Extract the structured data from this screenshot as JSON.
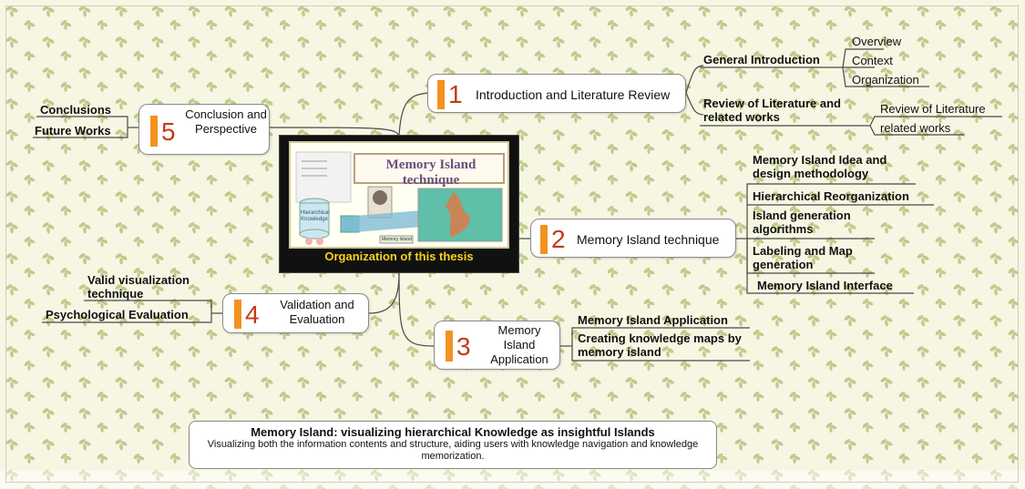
{
  "colors": {
    "background": "#f6f6e3",
    "accent_bar": "#f3921f",
    "number": "#c43a18",
    "center_background": "#111111",
    "center_title": "#f5d21c",
    "leaf_pattern": "#c2c98c"
  },
  "center": {
    "title": "Organization of this thesis",
    "image_heading": "Memory Island technique",
    "image_labels": {
      "knowledge": "Hierarchical Knowledge",
      "island": "Memory Island"
    }
  },
  "topics": [
    {
      "number": "1",
      "label": "Introduction and Literature Review",
      "groups": [
        {
          "label": "General Introduction",
          "items": [
            "Overview",
            "Context",
            "Organization"
          ]
        },
        {
          "label": "Review of Literature and related works",
          "items": [
            "Review of Literature",
            "related works"
          ]
        }
      ]
    },
    {
      "number": "2",
      "label": "Memory Island technique",
      "items": [
        "Memory Island Idea and design methodology",
        "Hierarchical Reorganization",
        "Island generation algorithms",
        "Labeling and Map generation",
        "Memory Island Interface"
      ]
    },
    {
      "number": "3",
      "label": "Memory Island Application",
      "items": [
        "Memory Island Application",
        "Creating knowledge maps by memory island"
      ]
    },
    {
      "number": "4",
      "label": "Validation and Evaluation",
      "items": [
        "Valid visualization technique",
        "Psychological Evaluation"
      ]
    },
    {
      "number": "5",
      "label": "Conclusion and Perspective",
      "items": [
        "Conclusions",
        "Future Works"
      ]
    }
  ],
  "summary": {
    "title": "Memory Island: visualizing hierarchical Knowledge as insightful Islands",
    "text": "Visualizing both the information contents and structure, aiding users with knowledge navigation and knowledge memorization."
  }
}
